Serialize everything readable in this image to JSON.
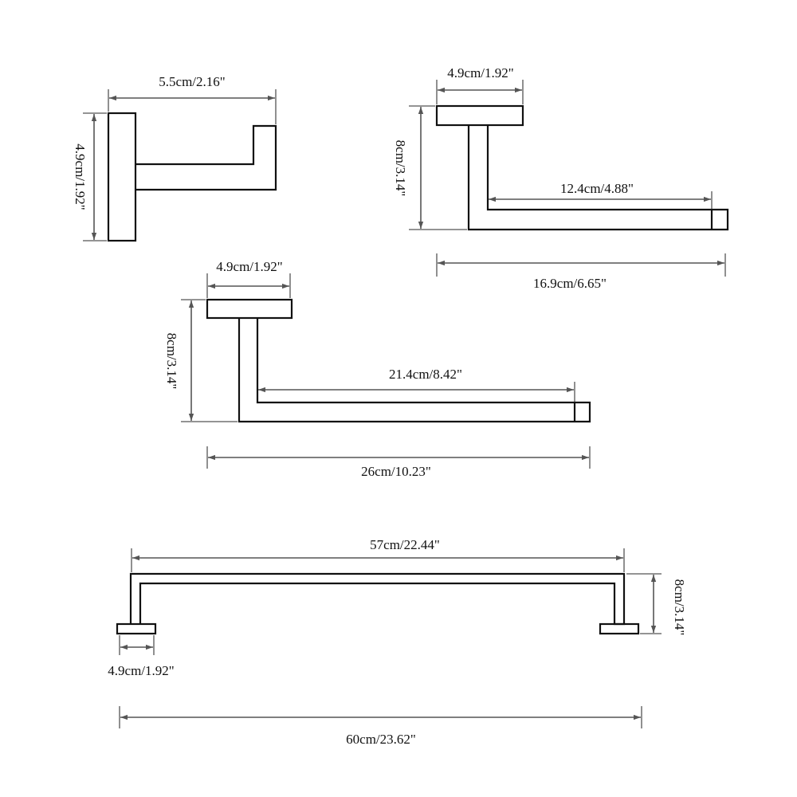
{
  "paper_holder": {
    "width": "5.5cm/2.16\"",
    "height": "4.9cm/1.92\""
  },
  "small_towel_bar": {
    "base_width": "4.9cm/1.92\"",
    "height": "8cm/3.14\"",
    "inner_length": "12.4cm/4.88\"",
    "total_length": "16.9cm/6.65\""
  },
  "medium_towel_bar": {
    "base_width": "4.9cm/1.92\"",
    "height": "8cm/3.14\"",
    "inner_length": "21.4cm/8.42\"",
    "total_length": "26cm/10.23\""
  },
  "long_towel_bar": {
    "inner_length": "57cm/22.44\"",
    "height": "8cm/3.14\"",
    "base_width": "4.9cm/1.92\"",
    "total_length": "60cm/23.62\""
  },
  "colors": {
    "outline": "#111111",
    "dimension": "#555555"
  }
}
